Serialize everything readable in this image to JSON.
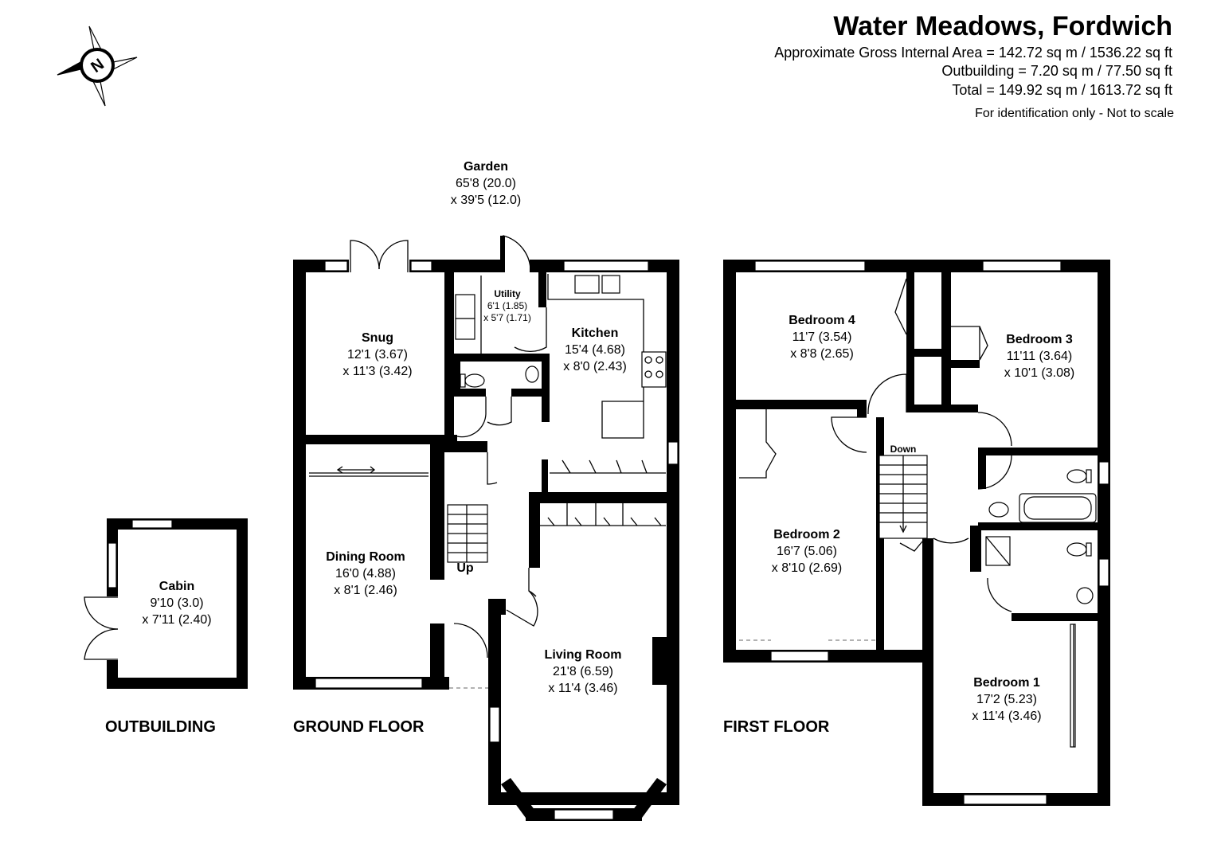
{
  "header": {
    "title": "Water Meadows, Fordwich",
    "gross_area": "Approximate Gross Internal Area = 142.72 sq m / 1536.22 sq ft",
    "outbuilding_area": "Outbuilding = 7.20 sq m / 77.50 sq ft",
    "total_area": "Total = 149.92 sq m / 1613.72 sq ft",
    "disclaimer": "For identification only - Not to scale"
  },
  "compass": {
    "letter": "N",
    "icon": "compass-rose-icon"
  },
  "garden": {
    "name": "Garden",
    "dim1": "65'8 (20.0)",
    "dim2": "x 39'5 (12.0)"
  },
  "rooms": {
    "snug": {
      "name": "Snug",
      "dim1": "12'1 (3.67)",
      "dim2": "x 11'3 (3.42)"
    },
    "utility": {
      "name": "Utility",
      "dim1": "6'1 (1.85)",
      "dim2": "x 5'7 (1.71)"
    },
    "kitchen": {
      "name": "Kitchen",
      "dim1": "15'4 (4.68)",
      "dim2": "x 8'0 (2.43)"
    },
    "dining": {
      "name": "Dining Room",
      "dim1": "16'0 (4.88)",
      "dim2": "x 8'1 (2.46)"
    },
    "living": {
      "name": "Living Room",
      "dim1": "21'8 (6.59)",
      "dim2": "x 11'4 (3.46)"
    },
    "cabin": {
      "name": "Cabin",
      "dim1": "9'10 (3.0)",
      "dim2": "x 7'11 (2.40)"
    },
    "bedroom4": {
      "name": "Bedroom 4",
      "dim1": "11'7 (3.54)",
      "dim2": "x 8'8 (2.65)"
    },
    "bedroom3": {
      "name": "Bedroom 3",
      "dim1": "11'11 (3.64)",
      "dim2": "x 10'1 (3.08)"
    },
    "bedroom2": {
      "name": "Bedroom 2",
      "dim1": "16'7 (5.06)",
      "dim2": "x 8'10 (2.69)"
    },
    "bedroom1": {
      "name": "Bedroom 1",
      "dim1": "17'2 (5.23)",
      "dim2": "x 11'4 (3.46)"
    }
  },
  "stairs": {
    "up": "Up",
    "down": "Down"
  },
  "floors": {
    "outbuilding": "OUTBUILDING",
    "ground": "GROUND FLOOR",
    "first": "FIRST FLOOR"
  }
}
